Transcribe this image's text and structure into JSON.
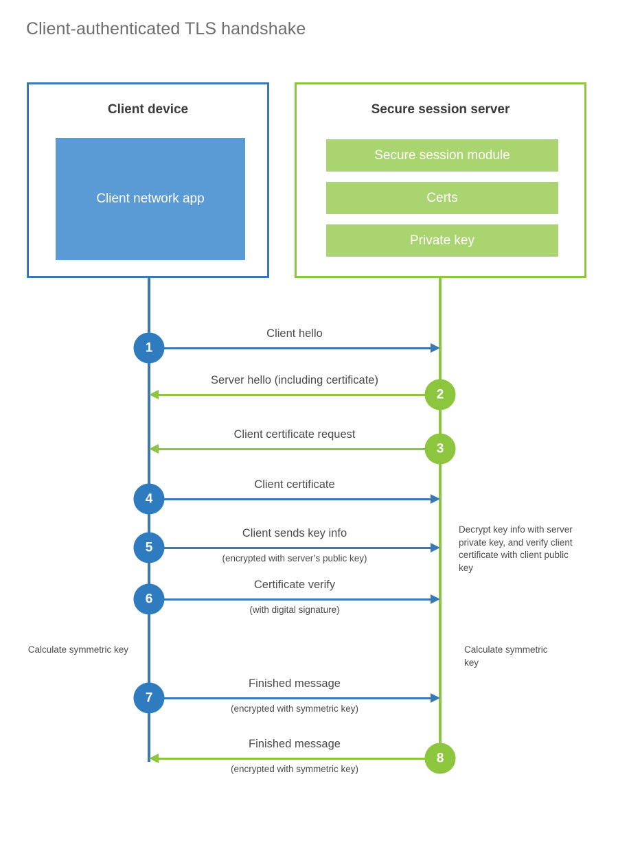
{
  "diagram": {
    "title": "Client-authenticated TLS handshake",
    "colors": {
      "client_blue": "#3a78b5",
      "client_app_fill": "#5b9bd5",
      "server_green": "#8cc63e",
      "server_block_fill": "#a9d46f",
      "step_blue": "#2e7cbf",
      "step_green": "#8cc63e",
      "text": "#4a4a4a",
      "title_text": "#6d6d6d",
      "background": "#ffffff"
    },
    "parties": {
      "client": {
        "title": "Client device",
        "blocks": [
          {
            "label": "Client network app"
          }
        ]
      },
      "server": {
        "title": "Secure session server",
        "blocks": [
          {
            "label": "Secure session module"
          },
          {
            "label": "Certs"
          },
          {
            "label": "Private key"
          }
        ]
      }
    },
    "steps": [
      {
        "number": "1",
        "label": "Client hello",
        "sub": "",
        "from": "client",
        "to": "server",
        "color": "blue"
      },
      {
        "number": "2",
        "label": "Server hello (including certificate)",
        "sub": "",
        "from": "server",
        "to": "client",
        "color": "green"
      },
      {
        "number": "3",
        "label": "Client certificate request",
        "sub": "",
        "from": "server",
        "to": "client",
        "color": "green"
      },
      {
        "number": "4",
        "label": "Client certificate",
        "sub": "",
        "from": "client",
        "to": "server",
        "color": "blue"
      },
      {
        "number": "5",
        "label": "Client sends key info",
        "sub": "(encrypted with server’s public key)",
        "from": "client",
        "to": "server",
        "color": "blue"
      },
      {
        "number": "6",
        "label": "Certificate verify",
        "sub": "(with digital signature)",
        "from": "client",
        "to": "server",
        "color": "blue"
      },
      {
        "number": "7",
        "label": "Finished message",
        "sub": "(encrypted with symmetric key)",
        "from": "client",
        "to": "server",
        "color": "blue"
      },
      {
        "number": "8",
        "label": "Finished message",
        "sub": "(encrypted with symmetric key)",
        "from": "server",
        "to": "client",
        "color": "green"
      }
    ],
    "notes": {
      "server_decrypt": "Decrypt key info with server private key, and verify client certificate with client public key",
      "client_calculate": "Calculate symmetric key",
      "server_calculate": "Calculate symmetric key"
    }
  }
}
